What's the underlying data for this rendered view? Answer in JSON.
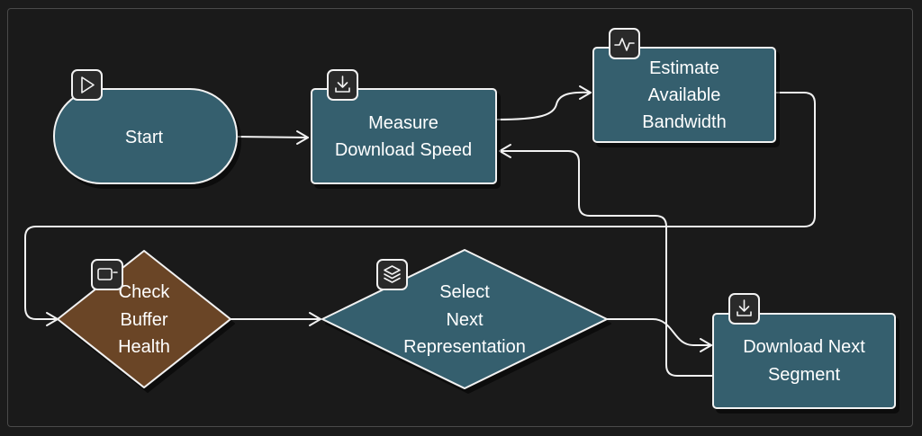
{
  "colors": {
    "background": "#1a1a1a",
    "process": "#355f6e",
    "decision_buffer": "#6b4426",
    "decision_select": "#355f6e",
    "stroke": "#f2f2f2"
  },
  "nodes": {
    "start": {
      "lines": [
        "Start"
      ],
      "icon": "play-icon"
    },
    "measure": {
      "lines": [
        "Measure",
        "Download Speed"
      ],
      "icon": "download-icon"
    },
    "estimate": {
      "lines": [
        "Estimate",
        "Available",
        "Bandwidth"
      ],
      "icon": "pulse-icon"
    },
    "check": {
      "lines": [
        "Check",
        "Buffer",
        "Health"
      ],
      "icon": "video-icon"
    },
    "select": {
      "lines": [
        "Select",
        "Next",
        "Representation"
      ],
      "icon": "layers-icon"
    },
    "download": {
      "lines": [
        "Download Next",
        "Segment"
      ],
      "icon": "download-icon"
    }
  }
}
